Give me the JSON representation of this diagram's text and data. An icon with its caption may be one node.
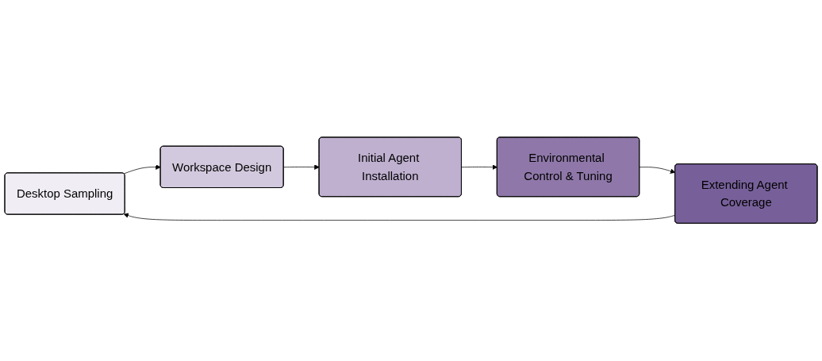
{
  "diagram": {
    "nodes": [
      {
        "text": [
          "Desktop Sampling"
        ]
      },
      {
        "text": [
          "Workspace Design"
        ]
      },
      {
        "text": [
          "Initial Agent Installation"
        ]
      },
      {
        "text": [
          "Environmental Control & Tuning"
        ]
      },
      {
        "text": [
          "Extending Agent Coverage"
        ]
      }
    ],
    "edges": [
      {
        "from": 0,
        "to": 1,
        "arrow": "to"
      },
      {
        "from": 1,
        "to": 2,
        "arrow": "to"
      },
      {
        "from": 2,
        "to": 3,
        "arrow": "to"
      },
      {
        "from": 3,
        "to": 4,
        "arrow": "to"
      },
      {
        "from": 4,
        "to": 0,
        "arrow": "to"
      }
    ]
  }
}
